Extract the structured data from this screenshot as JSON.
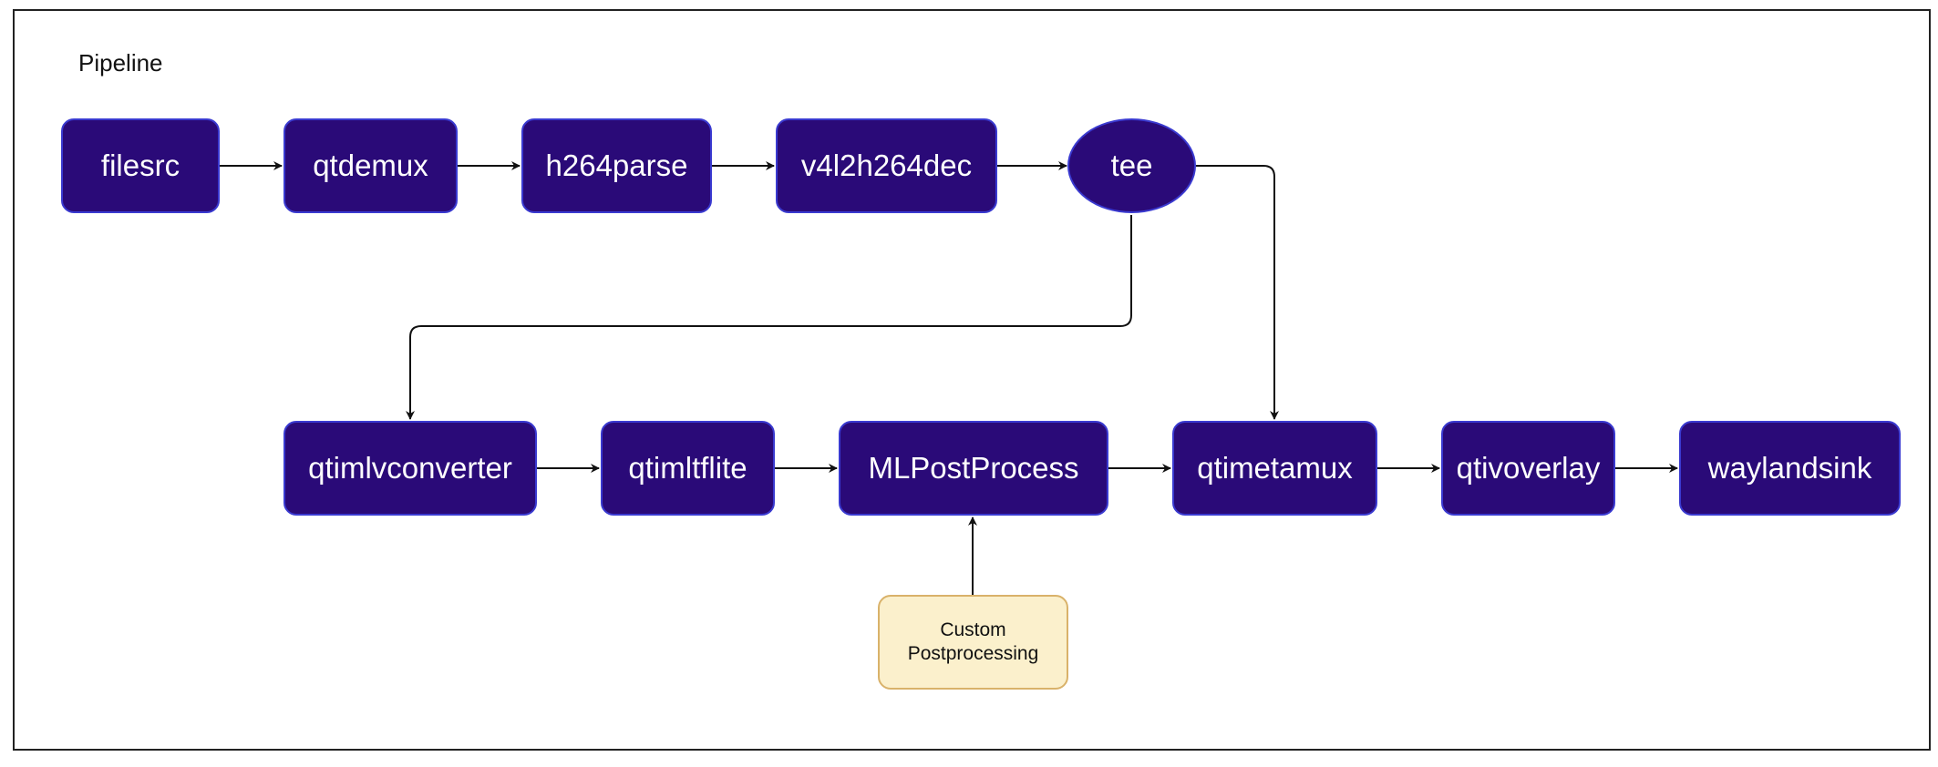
{
  "frame": {
    "title": "Pipeline"
  },
  "colors": {
    "node_fill": "#2a0a78",
    "node_border": "#3a3ad0",
    "node_text": "#ffffff",
    "note_fill": "#fbf0cc",
    "note_border": "#d9b26a",
    "edge": "#111111"
  },
  "nodes": {
    "filesrc": "filesrc",
    "qtdemux": "qtdemux",
    "h264parse": "h264parse",
    "v4l2h264dec": "v4l2h264dec",
    "tee": "tee",
    "qtimlvconverter": "qtimlvconverter",
    "qtimltflite": "qtimltflite",
    "mlpostprocess": "MLPostProcess",
    "qtimetamux": "qtimetamux",
    "qtivoverlay": "qtivoverlay",
    "waylandsink": "waylandsink"
  },
  "note": {
    "line1": "Custom",
    "line2": "Postprocessing"
  },
  "edges": [
    {
      "from": "filesrc",
      "to": "qtdemux"
    },
    {
      "from": "qtdemux",
      "to": "h264parse"
    },
    {
      "from": "h264parse",
      "to": "v4l2h264dec"
    },
    {
      "from": "v4l2h264dec",
      "to": "tee"
    },
    {
      "from": "tee",
      "to": "qtimetamux"
    },
    {
      "from": "tee",
      "to": "qtimlvconverter"
    },
    {
      "from": "qtimlvconverter",
      "to": "qtimltflite"
    },
    {
      "from": "qtimltflite",
      "to": "mlpostprocess"
    },
    {
      "from": "mlpostprocess",
      "to": "qtimetamux"
    },
    {
      "from": "qtimetamux",
      "to": "qtivoverlay"
    },
    {
      "from": "qtivoverlay",
      "to": "waylandsink"
    },
    {
      "from": "custom-postprocessing",
      "to": "mlpostprocess"
    }
  ]
}
